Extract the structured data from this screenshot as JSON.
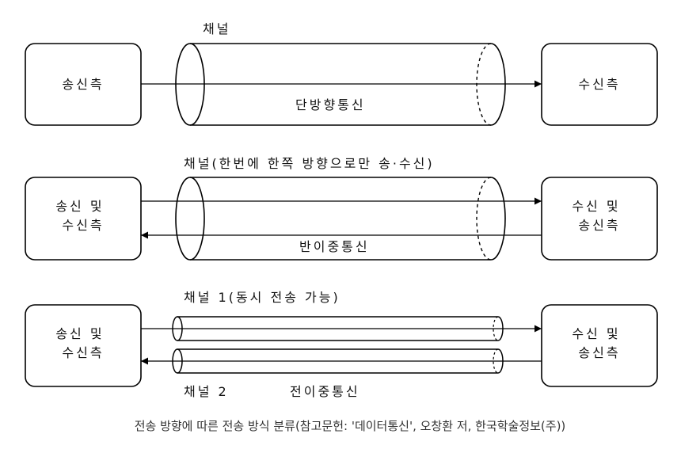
{
  "diagram": {
    "simplex": {
      "sender": [
        "송신측"
      ],
      "receiver": [
        "수신측"
      ],
      "channel_label": "채널",
      "mode_label": "단방향통신"
    },
    "half_duplex": {
      "sender": [
        "송신 및",
        "수신측"
      ],
      "receiver": [
        "수신 및",
        "송신측"
      ],
      "channel_label": "채널(한번에 한쪽 방향으로만 송·수신)",
      "mode_label": "반이중통신"
    },
    "full_duplex": {
      "sender": [
        "송신 및",
        "수신측"
      ],
      "receiver": [
        "수신 및",
        "송신측"
      ],
      "channel1_label": "채널 1(동시 전송 가능)",
      "channel2_label": "채널 2",
      "mode_label": "전이중통신"
    }
  },
  "caption": "전송 방향에 따른 전송 방식 분류(참고문헌: '데이터통신', 오창환 저, 한국학술정보(주))"
}
